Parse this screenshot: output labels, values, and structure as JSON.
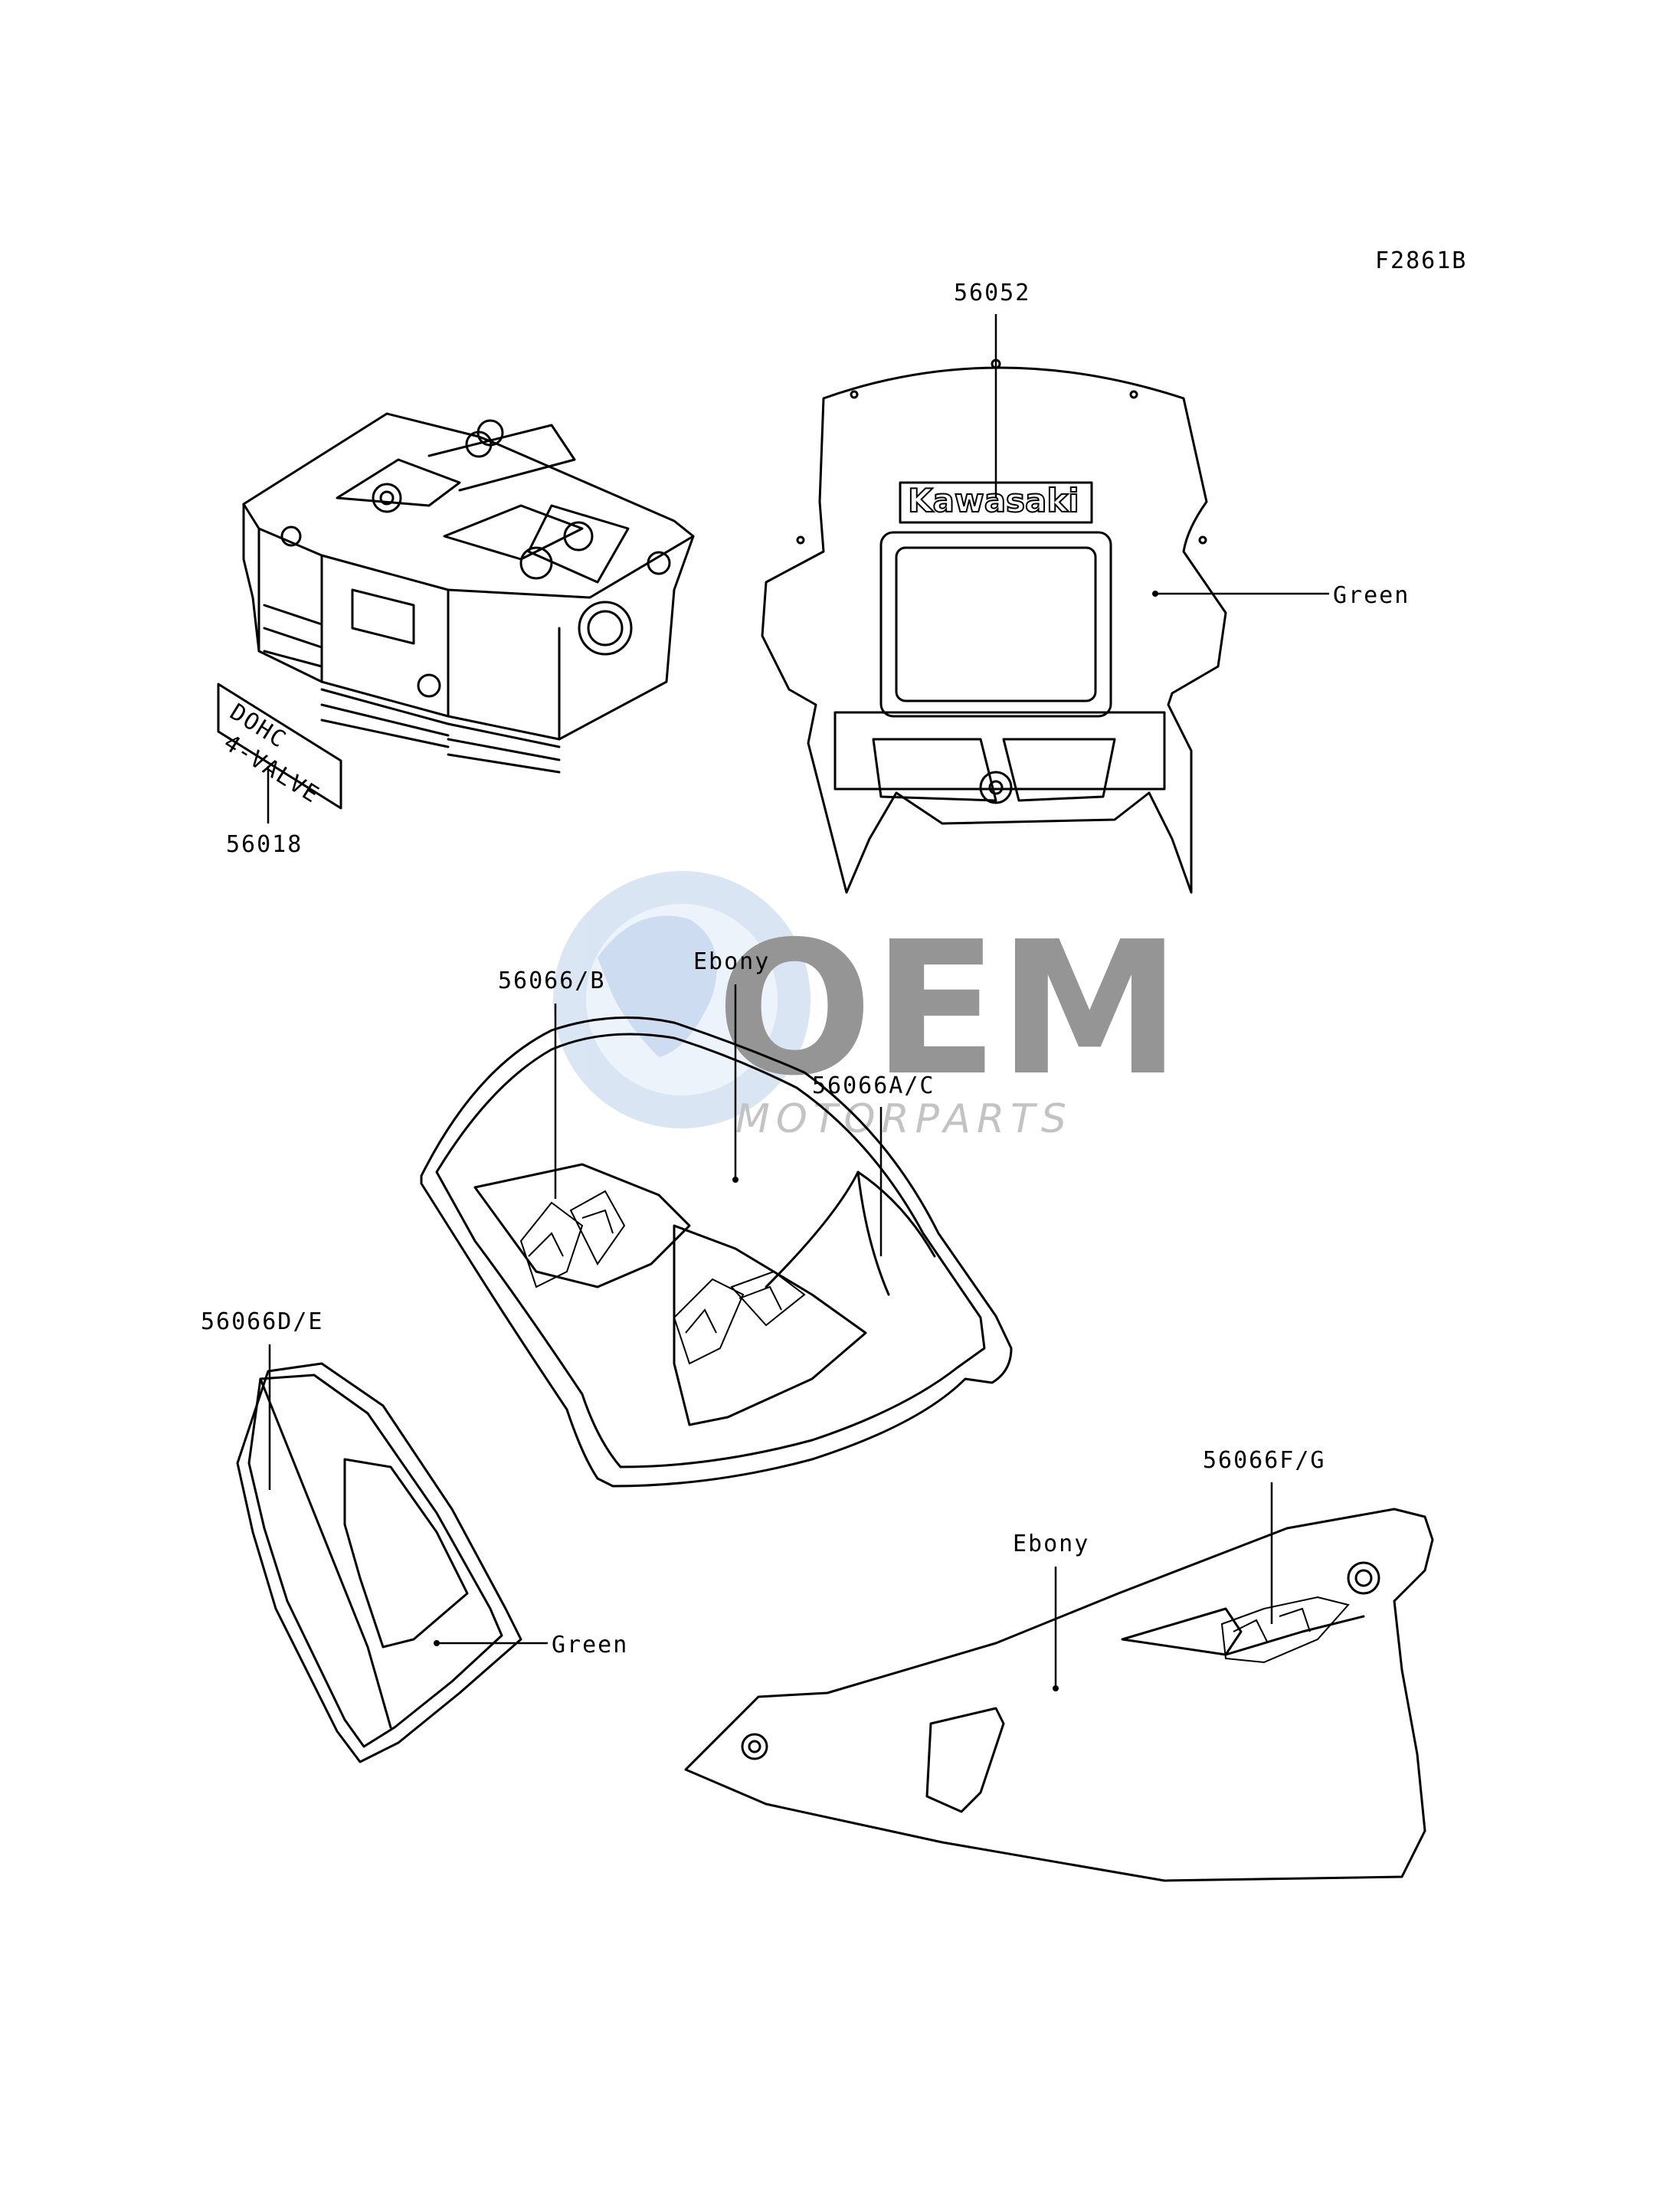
{
  "figure_code": "F2861B",
  "watermark": {
    "brand": "OEM",
    "sub": "MOTORPARTS"
  },
  "decal_texts": {
    "brand": "Kawasaki",
    "engine_line1": "DOHC",
    "engine_line2": "4-VALVE"
  },
  "callouts": {
    "upper_cowl_part": "56052",
    "upper_cowl_color": "Green",
    "engine_decal_part": "56018",
    "tank_left_part": "56066/B",
    "tank_color": "Ebony",
    "tank_right_part": "56066A/C",
    "side_panel_part": "56066D/E",
    "side_panel_color": "Green",
    "rear_cover_part": "56066F/G",
    "rear_cover_color": "Ebony"
  }
}
